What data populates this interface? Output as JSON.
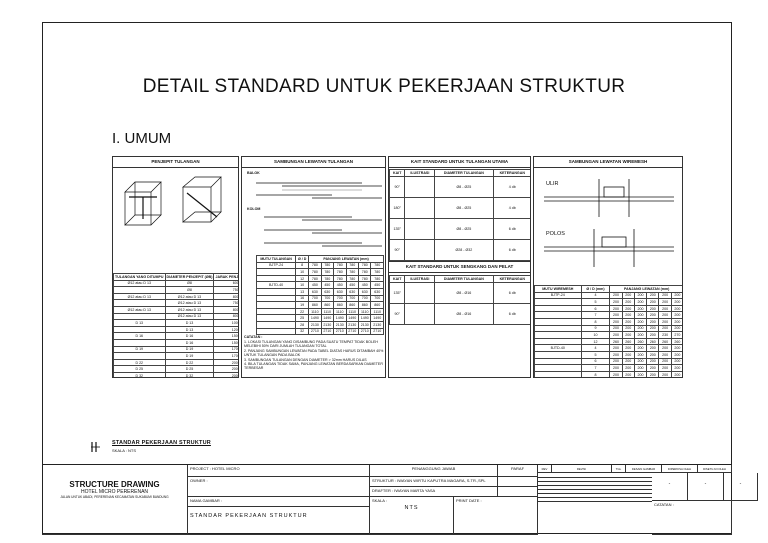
{
  "title": "DETAIL STANDARD UNTUK PEKERJAAN STRUKTUR",
  "section": "I. UMUM",
  "panels": {
    "p1": {
      "head": "PENJEPIT TULANGAN",
      "table_head": [
        "TULANGAN YANG DITUMPU",
        "DIAMETER PENJEPIT (ØB)",
        "JARAK PENJEPIT (mm)"
      ],
      "rows": [
        [
          "Ø12 atau D 13",
          "Ø8",
          "600"
        ],
        [
          "",
          "Ø8",
          "750"
        ],
        [
          "Ø12 atau D 13",
          "Ø12 atau D 13",
          "800"
        ],
        [
          "",
          "Ø12 atau D 13",
          "750"
        ],
        [
          "Ø12 atau D 13",
          "Ø12 atau D 13",
          "800"
        ],
        [
          "",
          "Ø12 atau D 13",
          "800"
        ],
        [
          "D 13",
          "D 13",
          "1000"
        ],
        [
          "",
          "D 13",
          "1200"
        ],
        [
          "D 16",
          "D 16",
          "1500"
        ],
        [
          "",
          "D 16",
          "1500"
        ],
        [
          "D 19",
          "D 19",
          "1700"
        ],
        [
          "",
          "D 19",
          "1700"
        ],
        [
          "D 22",
          "D 22",
          "2000"
        ],
        [
          "D 25",
          "D 25",
          "2000"
        ],
        [
          "D 32",
          "D 32",
          "2000"
        ]
      ]
    },
    "p2": {
      "head": "SAMBUNGAN LEWATAN TULANGAN",
      "label_balok": "BALOK",
      "label_kolom": "KOLOM",
      "table_head": [
        "MUTU TULANGAN",
        "Ø / D",
        "PANJANG LEWATAN (mm)"
      ],
      "rows": [
        [
          "BJTP-24",
          "8",
          "780",
          "780",
          "780",
          "780",
          "780",
          "780"
        ],
        [
          "",
          "10",
          "780",
          "780",
          "780",
          "780",
          "780",
          "780"
        ],
        [
          "",
          "12",
          "780",
          "780",
          "780",
          "780",
          "780",
          "780"
        ],
        [
          "BJTD-40",
          "10",
          "450",
          "450",
          "450",
          "450",
          "450",
          "450"
        ],
        [
          "",
          "13",
          "630",
          "630",
          "630",
          "630",
          "630",
          "630"
        ],
        [
          "",
          "16",
          "700",
          "700",
          "700",
          "700",
          "700",
          "700"
        ],
        [
          "",
          "19",
          "860",
          "860",
          "860",
          "860",
          "860",
          "860"
        ],
        [
          "",
          "22",
          "1110",
          "1110",
          "1110",
          "1110",
          "1110",
          "1110"
        ],
        [
          "",
          "25",
          "1490",
          "1490",
          "1490",
          "1490",
          "1490",
          "1490"
        ],
        [
          "",
          "28",
          "2130",
          "2130",
          "2130",
          "2130",
          "2130",
          "2130"
        ],
        [
          "",
          "32",
          "2710",
          "2710",
          "2710",
          "2710",
          "2710",
          "2710"
        ]
      ],
      "notes_title": "CATATAN :",
      "notes": [
        "1. LOKASI TULANGAN YANG DISAMBUNG PADA SUATU TEMPAT TIDAK BOLEH MELEBIHI 50% DARI JUMLAH TULANGAN TOTAL",
        "2. PANJANG SAMBUNGAN LEWATAN PADA TABEL DIATAS HARUS DITAMBAH 40% UNTUK TULANGAN PADA BALOK",
        "3. SAMBUNGAN TULANGAN DENGAN DIAMETER > 32mm HARUS DILAS",
        "4. BILA TULANGAN TIDAK SAMA, PANJANG LEWATAN BERDASARKAN DIAMETER TERBESAR"
      ]
    },
    "p3": {
      "head": "KAIT STANDARD UNTUK TULANGAN UTAMA",
      "head2": "KAIT STANDARD UNTUK SENGKANG DAN PELAT",
      "cols": [
        "KAIT",
        "ILUSTRASI",
        "DIAMETER TULANGAN",
        "KETERANGAN"
      ],
      "rows": [
        [
          "90°",
          "Ø8 - Ø25",
          "4 db"
        ],
        [
          "180°",
          "Ø8 - Ø25",
          "4 db"
        ],
        [
          "135°",
          "Ø8 - Ø25",
          "6 db"
        ],
        [
          "90°",
          "Ø28 - Ø32",
          "6 db"
        ]
      ],
      "rows2": [
        [
          "135°",
          "Ø8 - Ø16",
          "6 db"
        ],
        [
          "90°",
          "Ø8 - Ø16",
          "6 db"
        ]
      ]
    },
    "p4": {
      "head": "SAMBUNGAN LEWATAN WIREMESH",
      "label_ulir": "ULIR",
      "label_polos": "POLOS",
      "table_head": [
        "MUTU WIREMESH",
        "Ø / D (mm)",
        "PANJANG LEWATAN (mm)"
      ],
      "rows": [
        [
          "BJTP-24",
          "4",
          "200",
          "200",
          "200",
          "200",
          "200",
          "200"
        ],
        [
          "",
          "5",
          "200",
          "200",
          "200",
          "200",
          "200",
          "200"
        ],
        [
          "",
          "6",
          "200",
          "200",
          "200",
          "200",
          "200",
          "200"
        ],
        [
          "",
          "7",
          "200",
          "200",
          "200",
          "200",
          "200",
          "200"
        ],
        [
          "",
          "8",
          "200",
          "200",
          "200",
          "200",
          "200",
          "200"
        ],
        [
          "",
          "9",
          "200",
          "200",
          "200",
          "200",
          "200",
          "200"
        ],
        [
          "",
          "10",
          "200",
          "200",
          "200",
          "200",
          "230",
          "270"
        ],
        [
          "",
          "12",
          "260",
          "260",
          "260",
          "260",
          "260",
          "260"
        ],
        [
          "BJTD-40",
          "4",
          "200",
          "200",
          "200",
          "200",
          "200",
          "200"
        ],
        [
          "",
          "5",
          "200",
          "200",
          "200",
          "200",
          "200",
          "200"
        ],
        [
          "",
          "6",
          "200",
          "200",
          "200",
          "200",
          "200",
          "200"
        ],
        [
          "",
          "7",
          "200",
          "200",
          "200",
          "200",
          "200",
          "200"
        ],
        [
          "",
          "8",
          "200",
          "200",
          "200",
          "200",
          "200",
          "200"
        ],
        [
          "",
          "9",
          "200",
          "200",
          "200",
          "200",
          "200",
          "200"
        ],
        [
          "",
          "10",
          "200",
          "200",
          "200",
          "200",
          "200",
          "200"
        ]
      ]
    }
  },
  "stamp": {
    "title": "STANDAR PEKERJAAN STRUKTUR",
    "scale": "SKALA : NTS"
  },
  "title_block": {
    "main": "STRUCTURE DRAWING",
    "sub": "HOTEL MICRO PERERENAN",
    "fine": "JALAN UNTUK ABADI, PERERENAN KECAMATAN SUKABUMI BANDUNG",
    "project": "PROJECT : HOTEL MICRO",
    "owner": "OWNER :",
    "drawing_name": "NAMA GAMBAR :",
    "drawing_value": "STANDAR PEKERJAAN STRUKTUR",
    "responsible": "PENANGGUNG JAWAB",
    "paraf": "PARAF",
    "struktur": "STRUKTUR : IWAYAN WIRTU KAPUTRA MAGARA, S.TR.,SPL",
    "drafter": "DRAFTER : IWAYAN MARTA YASA",
    "skala": "SKALA :",
    "skala_val": "NTS",
    "print_date": "PRINT DATE :",
    "rev_cols": [
      "REV",
      "REVISI",
      "TGL",
      "DESAIN GAMBAR",
      "DIPERIKSA OLEH",
      "DISETUJUI OLEH"
    ],
    "rev_vals": [
      "-",
      "-",
      "-"
    ],
    "catatan": "CATATAN :"
  }
}
